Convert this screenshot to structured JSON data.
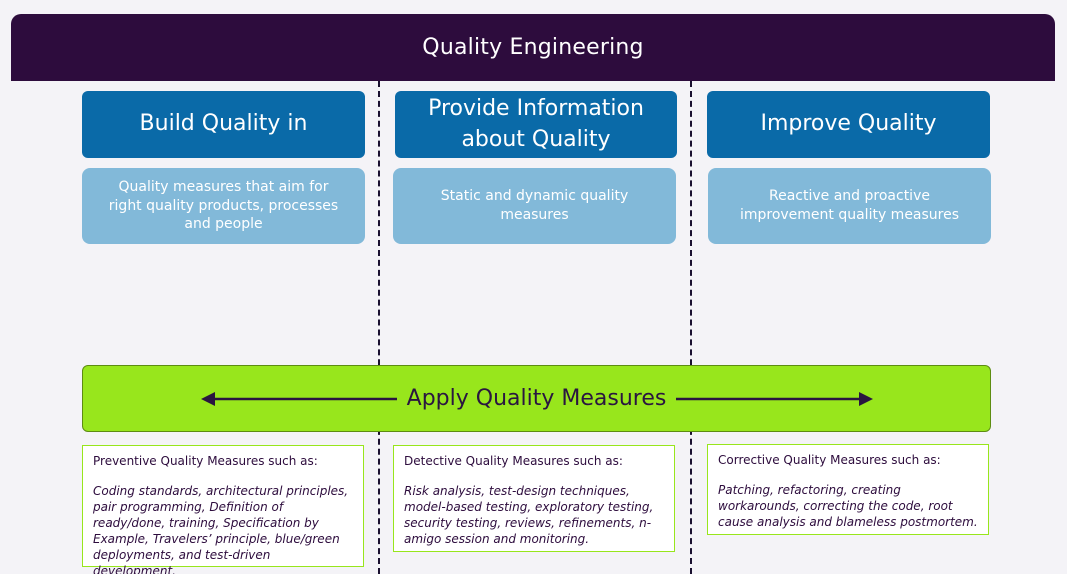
{
  "header": {
    "title": "Quality Engineering"
  },
  "pillars": [
    {
      "title": "Build Quality in",
      "description": "Quality measures that aim for right quality products, processes and people"
    },
    {
      "title": "Provide Information about Quality",
      "description": "Static and dynamic quality measures"
    },
    {
      "title": "Improve Quality",
      "description": "Reactive and proactive improvement quality measures"
    }
  ],
  "apply": {
    "label": "Apply Quality Measures"
  },
  "measures": [
    {
      "lead": "Preventive Quality Measures such as:",
      "examples": "Coding standards, architectural principles, pair programming, Definition of ready/done, training, Specification by Example, Travelers’ principle, blue/green deployments, and test-driven development."
    },
    {
      "lead": "Detective Quality Measures such as:",
      "examples": "Risk analysis, test-design techniques, model-based testing, exploratory testing, security testing, reviews, refinements, n-amigo session and monitoring."
    },
    {
      "lead": "Corrective Quality Measures such as:",
      "examples": "Patching, refactoring, creating workarounds, correcting the code, root cause analysis and blameless postmortem."
    }
  ],
  "colors": {
    "header": "#2d0c3d",
    "pillar": "#0a6aa8",
    "description": "#82b9d9",
    "apply": "#98e61c"
  }
}
